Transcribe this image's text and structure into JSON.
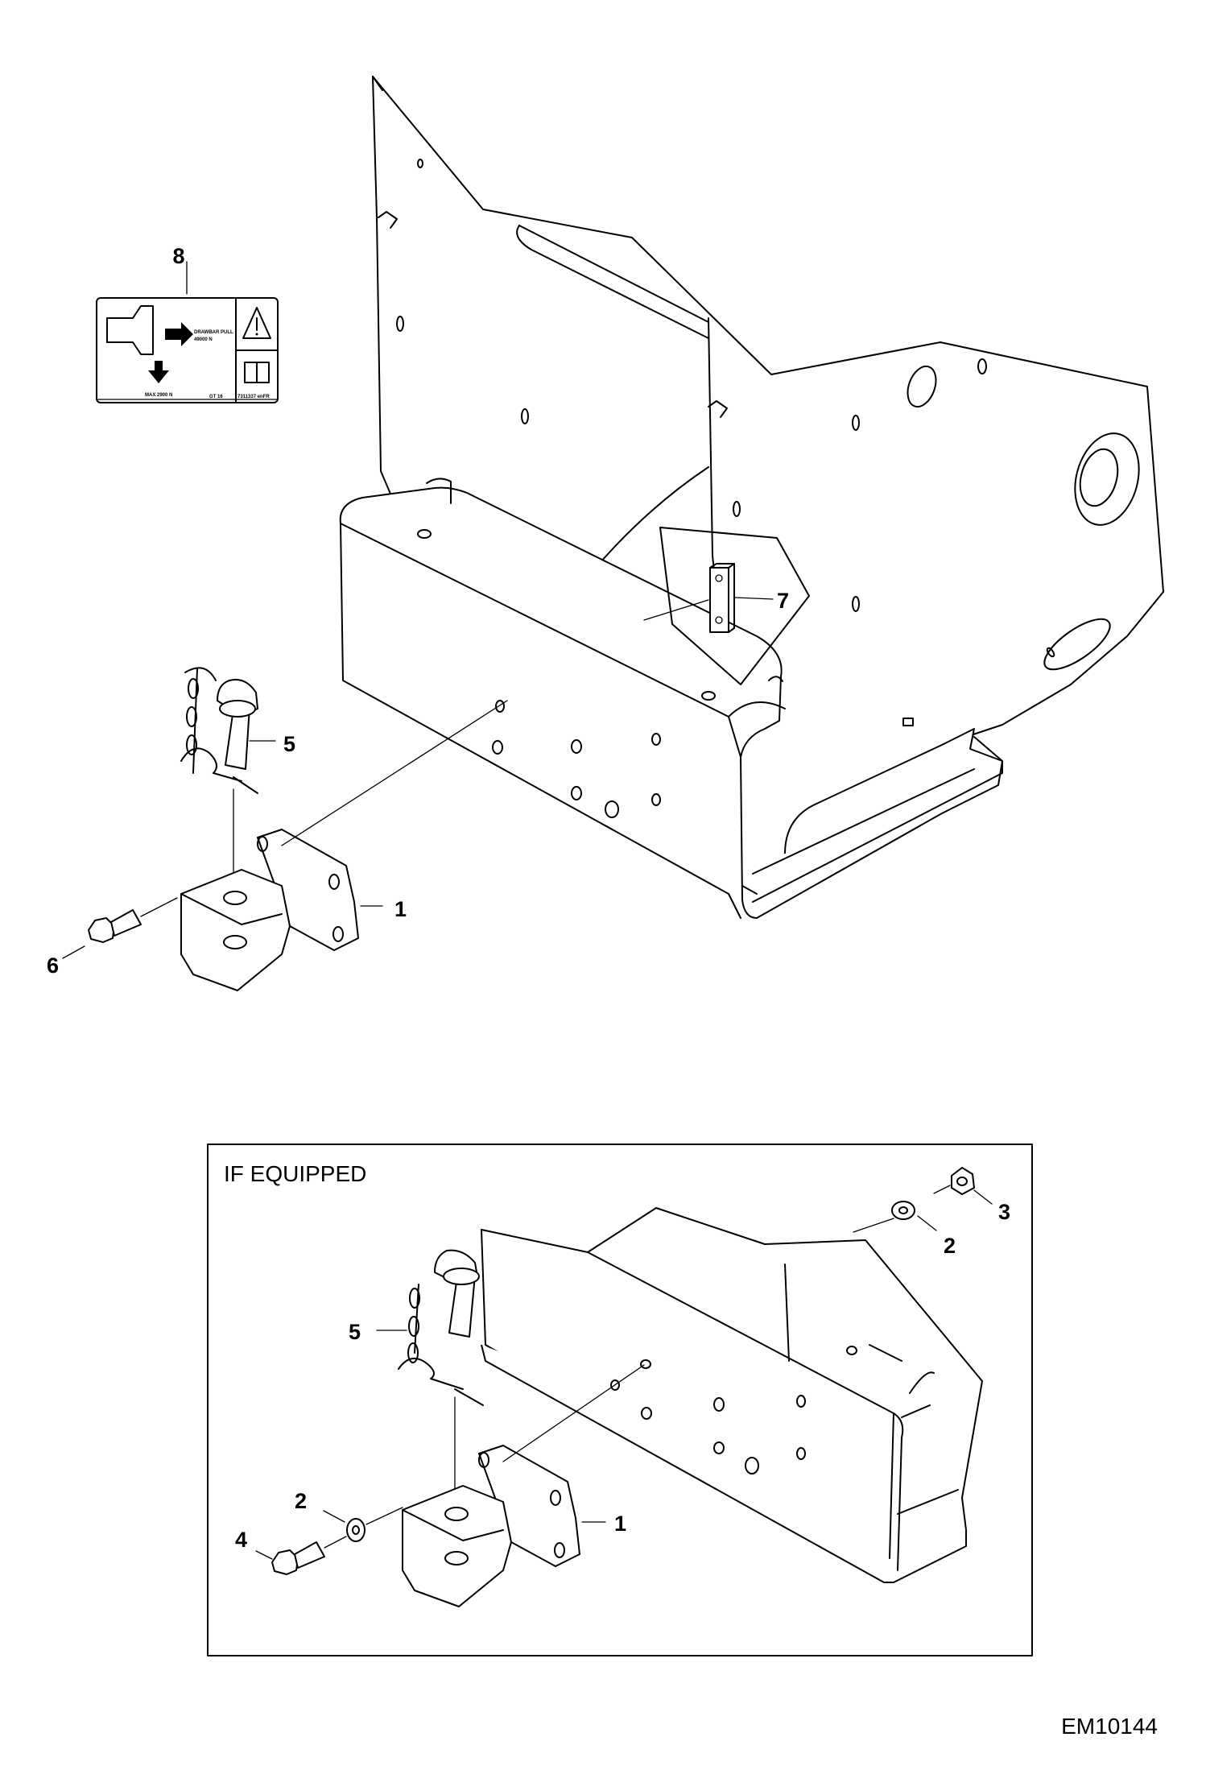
{
  "drawing_id": "EM10144",
  "inset": {
    "caption": "IF EQUIPPED"
  },
  "decal": {
    "drawbar_pull": "DRAWBAR PULL",
    "drawbar_value": "49000 N",
    "max_load": "MAX 2900 N",
    "code": "GT 16",
    "part_no": "7311337 enFR"
  },
  "callouts_main": [
    "8",
    "7",
    "5",
    "1",
    "6"
  ],
  "callouts_inset": [
    "3",
    "2",
    "5",
    "1",
    "2",
    "4"
  ]
}
